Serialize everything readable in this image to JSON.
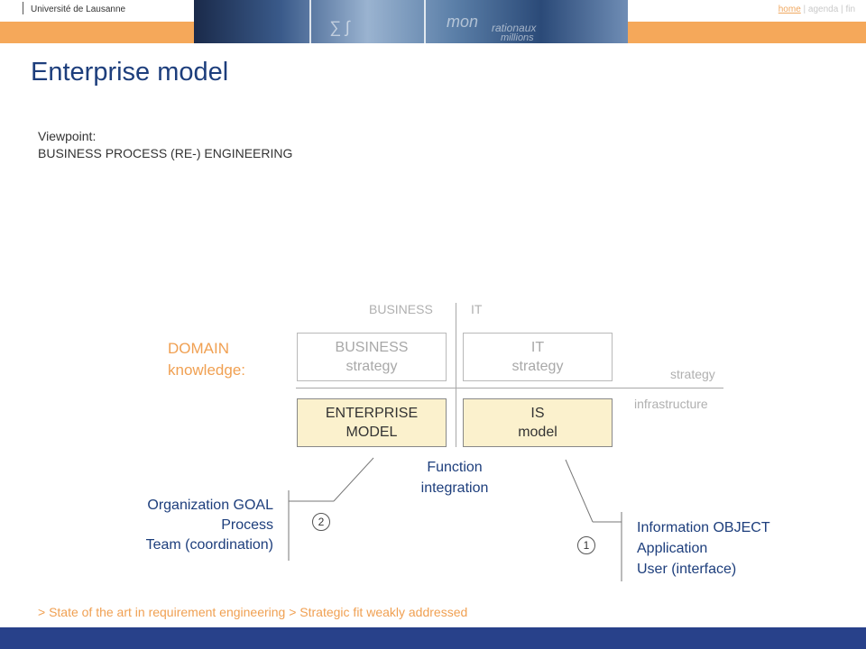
{
  "header": {
    "university": "Université de Lausanne",
    "nav": {
      "home": "home",
      "sep1": " | ",
      "agenda": "agenda",
      "sep2": " | ",
      "fin": "fin"
    }
  },
  "slide": {
    "title": "Enterprise model",
    "viewpoint_label": "Viewpoint:",
    "viewpoint_value": "BUSINESS PROCESS (RE-) ENGINEERING"
  },
  "diagram": {
    "axis_business": "BUSINESS",
    "axis_it": "IT",
    "domain_label": "DOMAIN\nknowledge:",
    "row_strategy": "strategy",
    "row_infrastructure": "infrastructure",
    "boxes": {
      "business_strategy": "BUSINESS\nstrategy",
      "it_strategy": "IT\nstrategy",
      "enterprise_model": "ENTERPRISE\nMODEL",
      "is_model": "IS\nmodel"
    },
    "function_integration": "Function\nintegration",
    "left_list": "Organization GOAL\nProcess\nTeam (coordination)",
    "right_list": "Information OBJECT\nApplication\nUser (interface)",
    "badge_left": "2",
    "badge_right": "1"
  },
  "footer": {
    "text": "> State of the art in requirement engineering > Strategic fit weakly addressed"
  },
  "colors": {
    "title": "#1d3e7c",
    "orange_band": "#f5a85a",
    "bottom_band": "#28418a",
    "accent_orange": "#f0a052",
    "box_cream": "#fbf1cd"
  }
}
